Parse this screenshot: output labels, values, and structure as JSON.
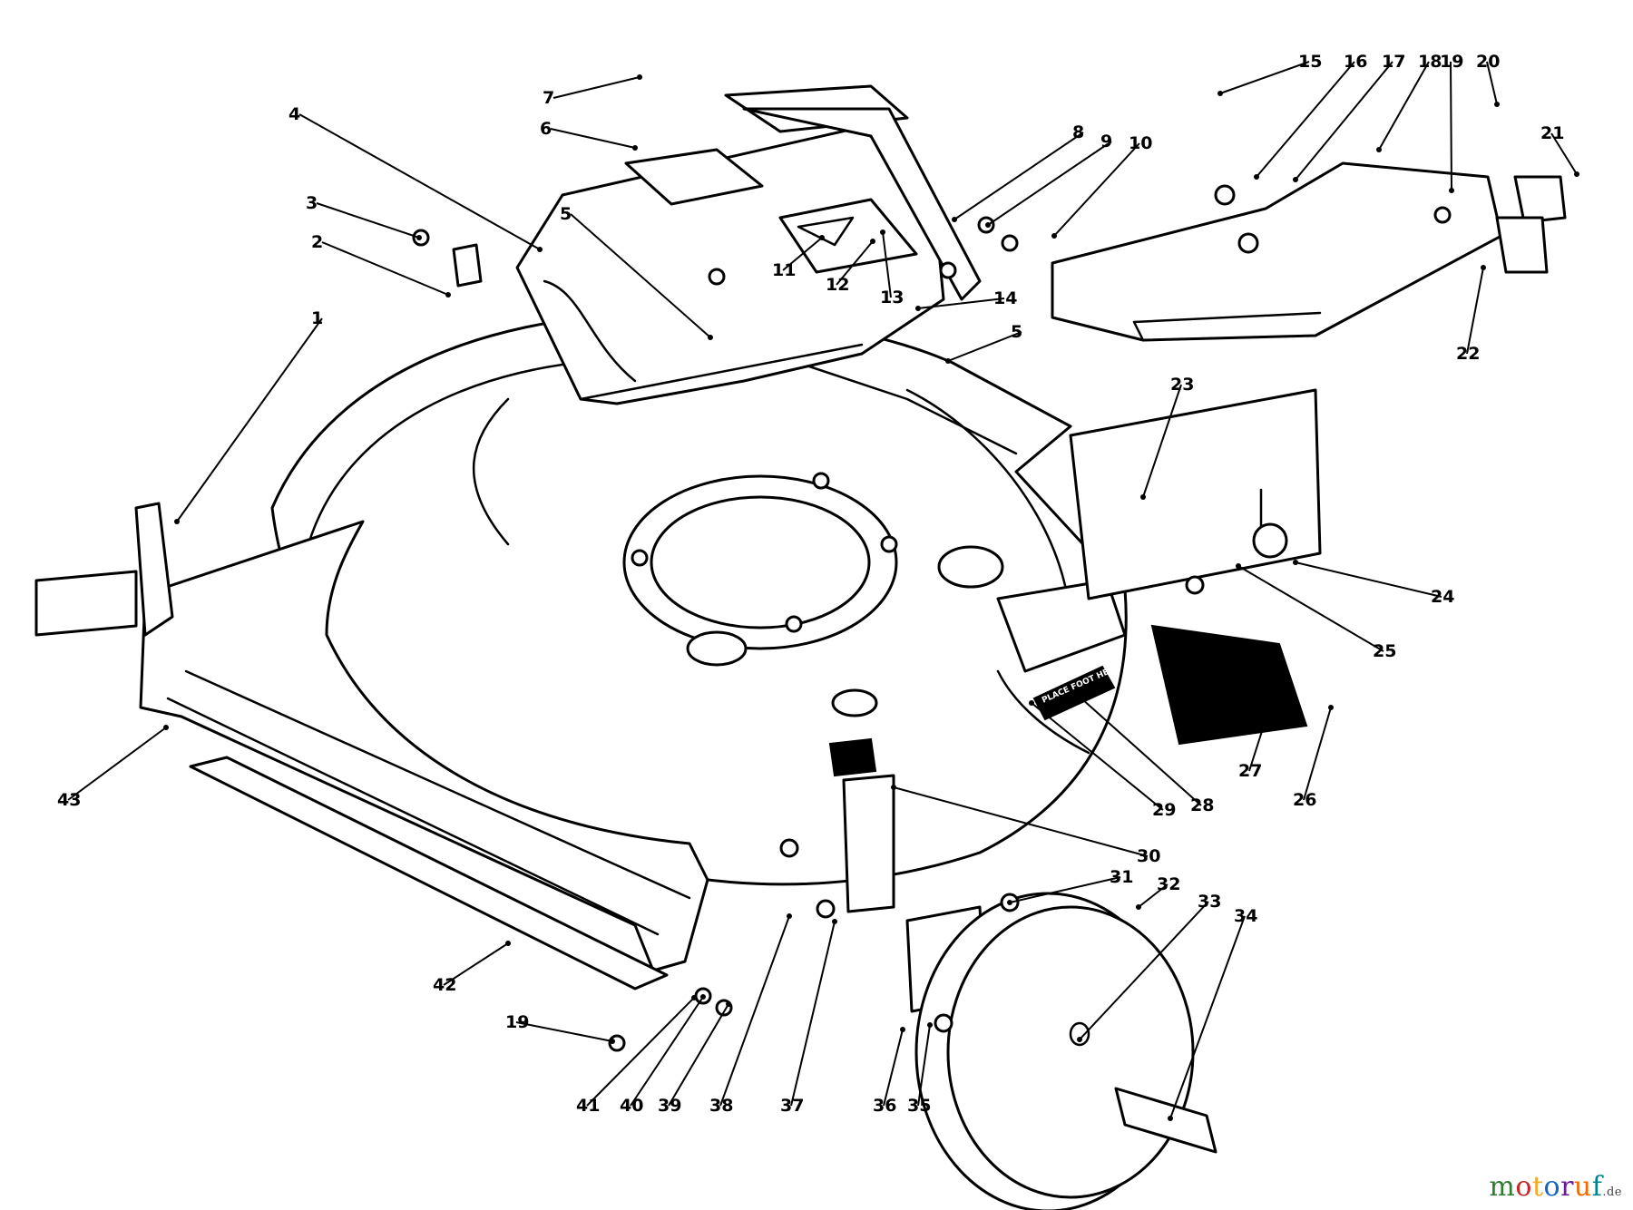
{
  "callouts": [
    {
      "n": "1"
    },
    {
      "n": "2"
    },
    {
      "n": "3"
    },
    {
      "n": "4"
    },
    {
      "n": "5"
    },
    {
      "n": "5"
    },
    {
      "n": "6"
    },
    {
      "n": "7"
    },
    {
      "n": "8"
    },
    {
      "n": "9"
    },
    {
      "n": "10"
    },
    {
      "n": "11"
    },
    {
      "n": "12"
    },
    {
      "n": "13"
    },
    {
      "n": "14"
    },
    {
      "n": "15"
    },
    {
      "n": "16"
    },
    {
      "n": "17"
    },
    {
      "n": "18"
    },
    {
      "n": "19"
    },
    {
      "n": "20"
    },
    {
      "n": "21"
    },
    {
      "n": "22"
    },
    {
      "n": "23"
    },
    {
      "n": "24"
    },
    {
      "n": "25"
    },
    {
      "n": "26"
    },
    {
      "n": "27"
    },
    {
      "n": "28"
    },
    {
      "n": "29"
    },
    {
      "n": "30"
    },
    {
      "n": "31"
    },
    {
      "n": "32"
    },
    {
      "n": "33"
    },
    {
      "n": "34"
    },
    {
      "n": "35"
    },
    {
      "n": "36"
    },
    {
      "n": "37"
    },
    {
      "n": "38"
    },
    {
      "n": "39"
    },
    {
      "n": "40"
    },
    {
      "n": "41"
    },
    {
      "n": "19"
    },
    {
      "n": "42"
    },
    {
      "n": "43"
    }
  ],
  "decal_text": "PLACE FOOT HERE",
  "watermark": {
    "letters": [
      {
        "ch": "m",
        "color": "#2e7d32"
      },
      {
        "ch": "o",
        "color": "#c62828"
      },
      {
        "ch": "t",
        "color": "#f9a825"
      },
      {
        "ch": "o",
        "color": "#1565c0"
      },
      {
        "ch": "r",
        "color": "#6a1b9a"
      },
      {
        "ch": "u",
        "color": "#ef6c00"
      },
      {
        "ch": "f",
        "color": "#00838f"
      }
    ],
    "suffix": ".de"
  }
}
